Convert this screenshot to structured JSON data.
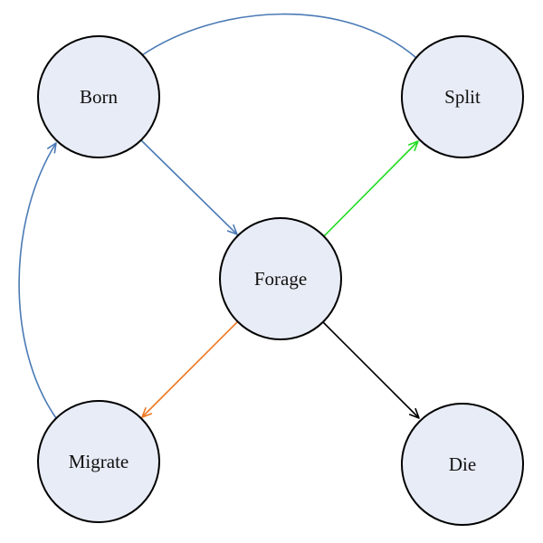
{
  "diagram": {
    "node_fill": "#e8ecf6",
    "nodes": {
      "born": {
        "label": "Born"
      },
      "split": {
        "label": "Split"
      },
      "forage": {
        "label": "Forage"
      },
      "migrate": {
        "label": "Migrate"
      },
      "die": {
        "label": "Die"
      }
    },
    "edges": [
      {
        "from": "split",
        "to": "born",
        "color": "#4a7ab5",
        "style": "curved-over-top"
      },
      {
        "from": "born",
        "to": "forage",
        "color": "#4a7ab5",
        "style": "straight"
      },
      {
        "from": "forage",
        "to": "split",
        "color": "#22dd22",
        "style": "straight"
      },
      {
        "from": "forage",
        "to": "migrate",
        "color": "#ee7722",
        "style": "straight"
      },
      {
        "from": "forage",
        "to": "die",
        "color": "#000000",
        "style": "straight"
      },
      {
        "from": "migrate",
        "to": "born",
        "color": "#4a7ab5",
        "style": "curved-left"
      }
    ]
  }
}
